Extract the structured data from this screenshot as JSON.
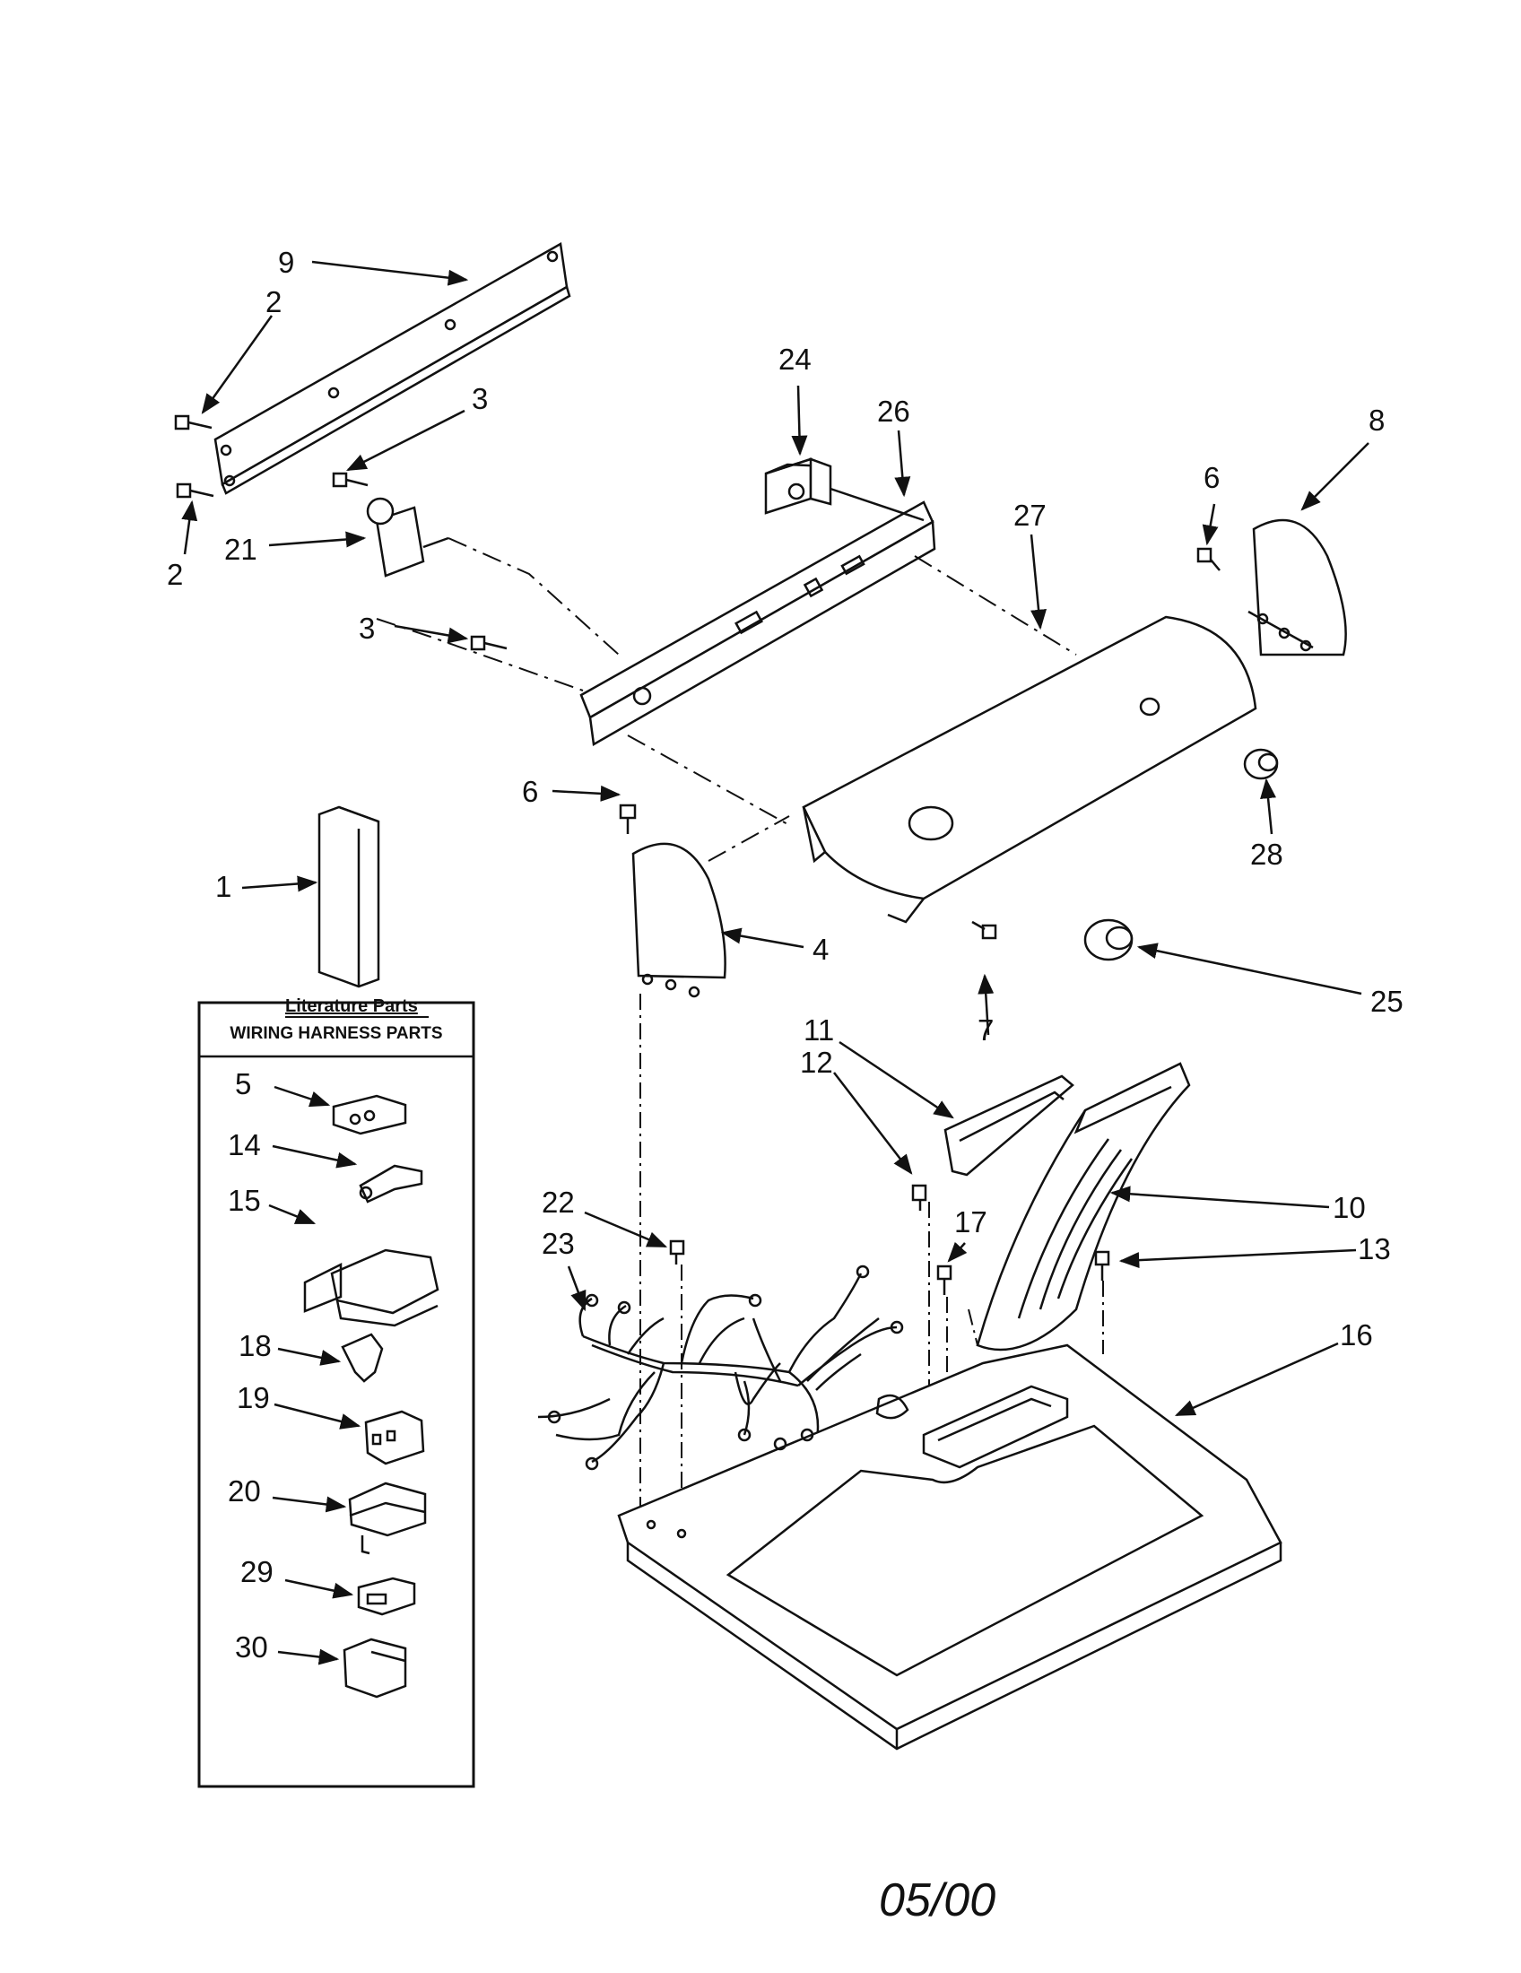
{
  "callouts": {
    "c1": "1",
    "c2a": "2",
    "c2b": "2",
    "c3a": "3",
    "c3b": "3",
    "c4": "4",
    "c5": "5",
    "c6a": "6",
    "c6b": "6",
    "c7": "7",
    "c8": "8",
    "c9": "9",
    "c10": "10",
    "c11": "11",
    "c12": "12",
    "c13": "13",
    "c14": "14",
    "c15": "15",
    "c16": "16",
    "c17": "17",
    "c18": "18",
    "c19": "19",
    "c20": "20",
    "c21": "21",
    "c22": "22",
    "c23": "23",
    "c24": "24",
    "c25": "25",
    "c26": "26",
    "c27": "27",
    "c28": "28",
    "c29": "29",
    "c30": "30"
  },
  "labels": {
    "literature": "Literature Parts",
    "wiring_box_title": "WIRING HARNESS PARTS",
    "date_code": "05/00"
  }
}
